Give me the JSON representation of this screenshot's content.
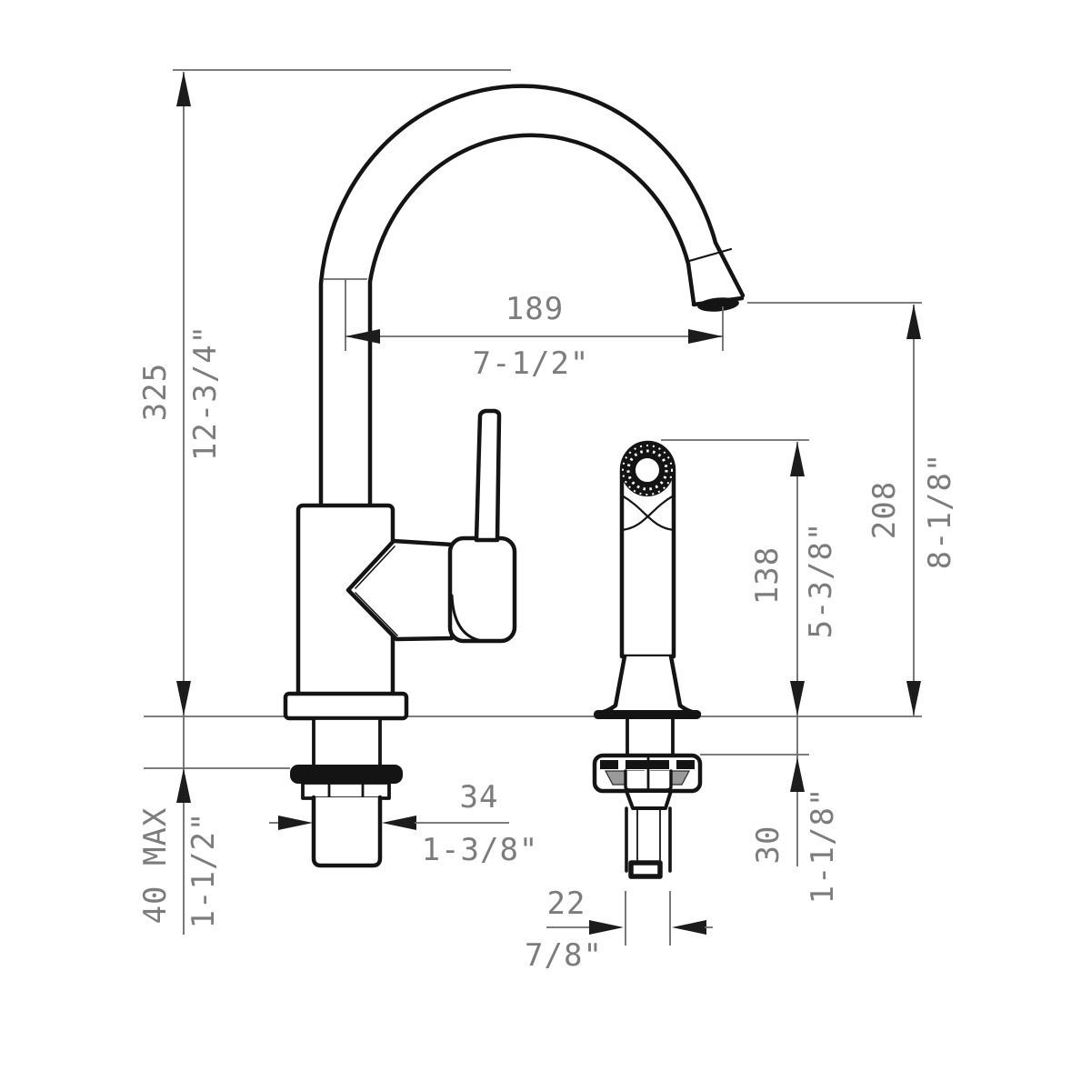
{
  "drawing": {
    "kind": "faucet-installation-dimension-diagram",
    "colors": {
      "background": "#ffffff",
      "fixture_line": "#141414",
      "dimension_line": "#6a6a6a",
      "dimension_text": "#7c7c7c"
    },
    "dims": {
      "overall_height": {
        "mm": "325",
        "inch": "12-3/4\""
      },
      "spout_reach": {
        "mm": "189",
        "inch": "7-1/2\""
      },
      "outlet_height": {
        "mm": "208",
        "inch": "8-1/8\""
      },
      "sprayer_height": {
        "mm": "138",
        "inch": "5-3/8\""
      },
      "deck_thickness": {
        "mm": "40 MAX",
        "inch": "1-1/2\""
      },
      "faucet_shank_dia": {
        "mm": "34",
        "inch": "1-3/8\""
      },
      "sprayer_shank_len": {
        "mm": "30",
        "inch": "1-1/8\""
      },
      "sprayer_shank_dia": {
        "mm": "22",
        "inch": "7/8\""
      }
    }
  }
}
